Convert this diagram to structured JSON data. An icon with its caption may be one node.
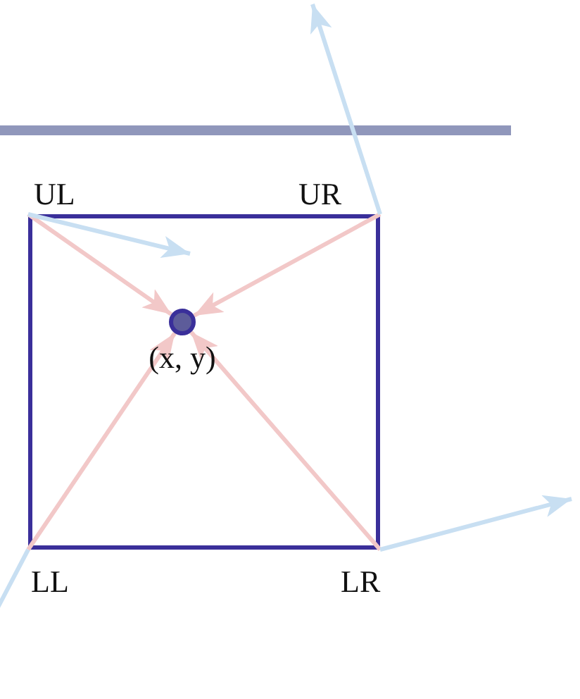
{
  "diagram": {
    "nodes": [
      {
        "text": [
          "UL"
        ]
      },
      {
        "text": [
          "UR"
        ]
      },
      {
        "text": [
          "LL"
        ]
      },
      {
        "text": [
          "LR"
        ]
      },
      {
        "text": [],
        "shape": "circle",
        "beside": [
          "(x, y)"
        ]
      }
    ],
    "edges": [
      {
        "from": 0,
        "to": 4,
        "arrow": "to"
      },
      {
        "from": 1,
        "to": 4,
        "arrow": "to"
      },
      {
        "from": 2,
        "to": 4,
        "arrow": "to"
      },
      {
        "from": 3,
        "to": 4,
        "arrow": "to"
      },
      {
        "from": 0,
        "to": null,
        "arrow": "to",
        "color": "#c8dff2"
      },
      {
        "from": 1,
        "to": null,
        "arrow": "to",
        "color": "#c8dff2"
      },
      {
        "from": 3,
        "to": null,
        "arrow": "to",
        "color": "#c8dff2"
      },
      {
        "from": 2,
        "to": null,
        "arrow": "none",
        "color": "#c8dff2"
      }
    ]
  }
}
